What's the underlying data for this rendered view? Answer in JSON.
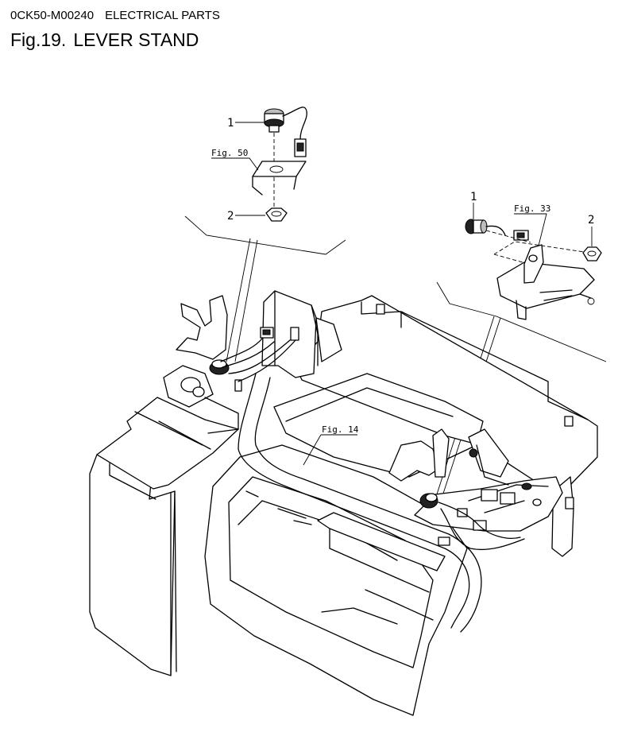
{
  "header": {
    "code": "0CK50-M00240",
    "section": "ELECTRICAL PARTS"
  },
  "title": {
    "fig": "Fig.19.",
    "name": "LEVER STAND"
  },
  "callouts": {
    "left_switch": "1",
    "left_nut": "2",
    "right_switch": "1",
    "right_nut": "2"
  },
  "figure_refs": {
    "left": "Fig. 50",
    "right": "Fig. 33",
    "center": "Fig. 14"
  }
}
